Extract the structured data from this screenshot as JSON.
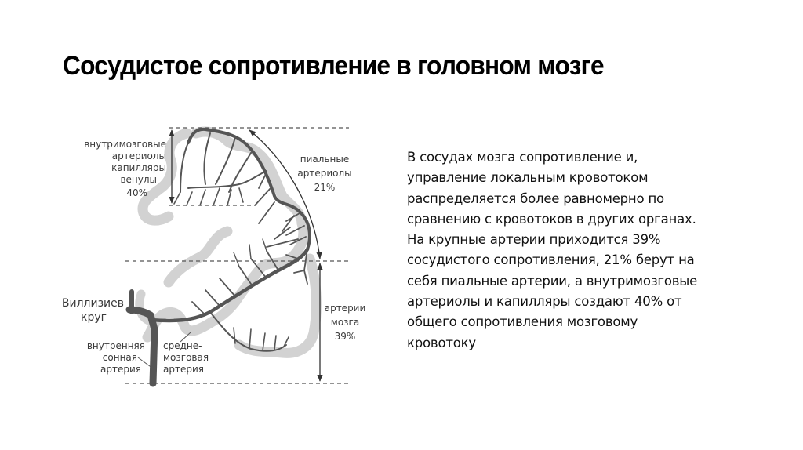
{
  "slide": {
    "title": "Сосудистое сопротивление в головном мозге",
    "body_lines": [
      "В сосудах мозга сопротивление и,",
      "управление локальным кровотоком",
      "распределяется более равномерно по",
      "сравнению с кровотоков в других органах.",
      "На крупные артерии приходится 39%",
      "сосудистого сопротивления, 21% берут на",
      "себя пиальные артерии, а внутримозговые",
      "артериолы и капилляры создают 40% от",
      "общего сопротивления мозговому",
      "кровотоку"
    ]
  },
  "diagram": {
    "intracerebral": {
      "lines": [
        "внутримозговые",
        "артериолы",
        "капилляры",
        "венулы"
      ],
      "percent": "40%"
    },
    "pial": {
      "lines": [
        "пиальные",
        "артериолы"
      ],
      "percent": "21%"
    },
    "brain_arteries": {
      "lines": [
        "артерии",
        "мозга"
      ],
      "percent": "39%"
    },
    "willis_circle": [
      "Виллизиев",
      "круг"
    ],
    "internal_carotid": [
      "внутренняя",
      "сонная",
      "артерия"
    ],
    "middle_cerebral": [
      "средне-",
      "мозговая",
      "артерия"
    ],
    "colors": {
      "vessel": "#555555",
      "cortex": "#d2d2d2",
      "text": "#3a3a3a"
    }
  }
}
